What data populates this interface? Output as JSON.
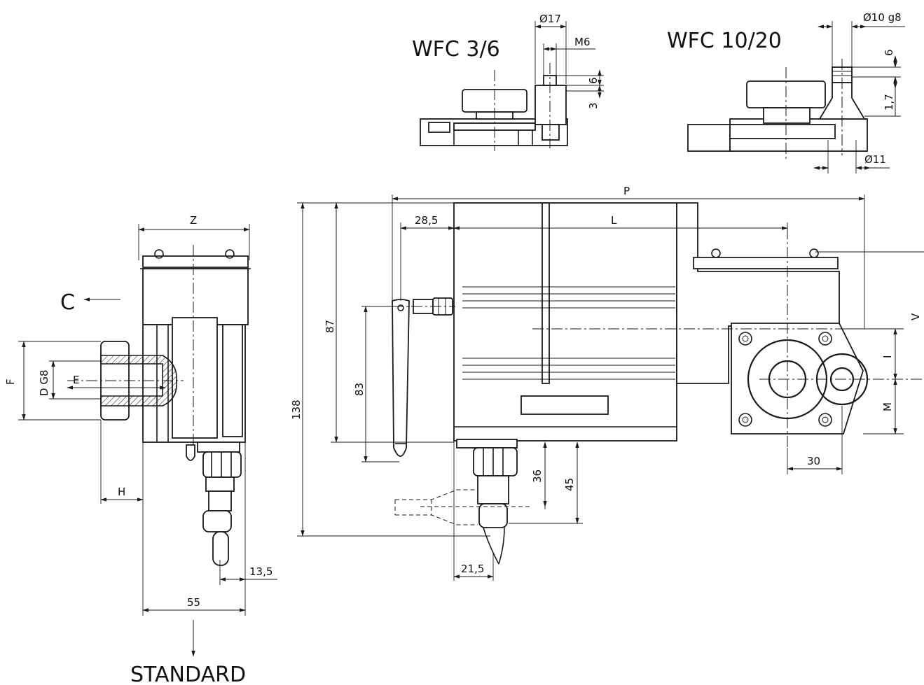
{
  "views": {
    "wfc36": {
      "title": "WFC 3/6",
      "dims": {
        "dia17": "Ø17",
        "m6": "M6",
        "six": "6",
        "three": "3"
      }
    },
    "wfc1020": {
      "title": "WFC 10/20",
      "dims": {
        "dia10": "Ø10 g8",
        "six": "6",
        "one7": "1,7",
        "dia11": "Ø11"
      }
    },
    "side": {
      "dims": {
        "z": "Z",
        "f": "F",
        "d": "D G8",
        "e": "E",
        "h": "H",
        "d135": "13,5",
        "d55": "55"
      },
      "arrow_label": "C",
      "footer_label": "STANDARD"
    },
    "front": {
      "dims": {
        "p": "P",
        "d285": "28,5",
        "l": "L",
        "d138": "138",
        "d87": "87",
        "d83": "83",
        "d36": "36",
        "d45": "45",
        "d215": "21,5",
        "d30": "30",
        "v": "V",
        "i": "I",
        "m": "M"
      }
    }
  }
}
